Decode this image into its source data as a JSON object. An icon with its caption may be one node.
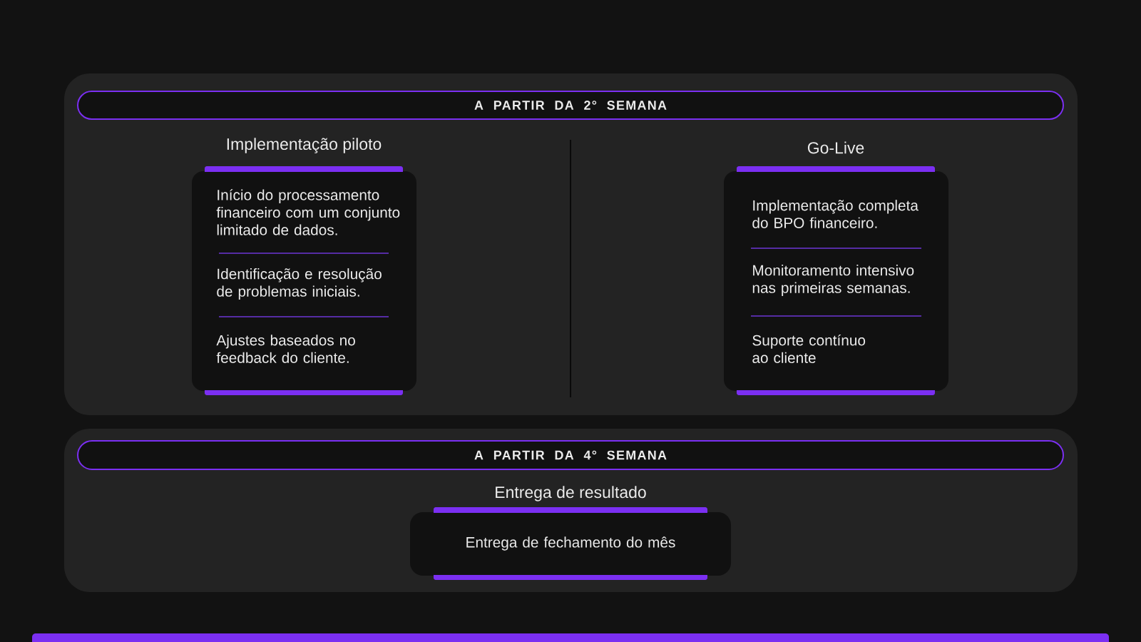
{
  "diagram": {
    "nodes": [
      {
        "text": [],
        "shape": "box"
      },
      {
        "text": [
          "A PARTIR DA 2° SEMANA"
        ],
        "in": 0
      },
      {
        "text": [
          "Implementação piloto",
          "Início do processamento financeiro com um conjunto limitado de dados.",
          "Identificação e resolução de problemas iniciais.",
          "Ajustes baseados no feedback do cliente."
        ],
        "in": 0
      },
      {
        "text": [
          "Go-Live",
          "Implementação completa do BPO financeiro.",
          "Monitoramento intensivo nas primeiras semanas.",
          "Suporte contínuo ao cliente"
        ],
        "in": 0
      },
      {
        "text": [],
        "shape": "box"
      },
      {
        "text": [
          "A PARTIR DA 4° SEMANA"
        ],
        "in": 4
      },
      {
        "text": [
          "Entrega de resultado",
          "Entrega de fechamento do mês"
        ],
        "in": 4
      }
    ]
  }
}
